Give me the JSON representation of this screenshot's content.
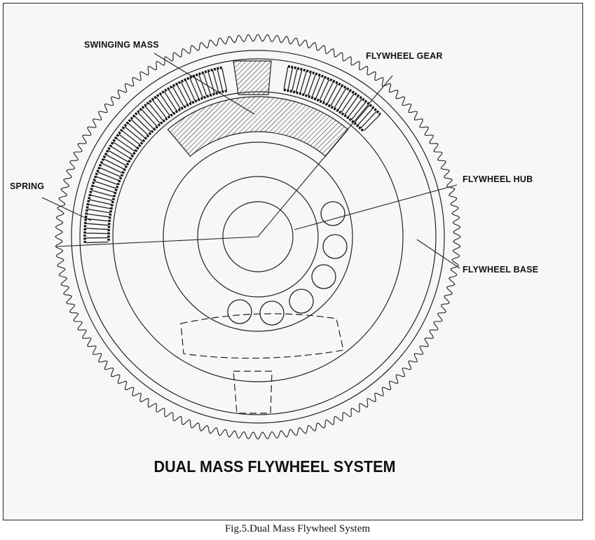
{
  "diagram": {
    "title": "DUAL MASS FLYWHEEL SYSTEM",
    "labels": {
      "swinging_mass": "SWINGING MASS",
      "flywheel_gear": "FLYWHEEL GEAR",
      "spring": "SPRING",
      "flywheel_hub": "FLYWHEEL HUB",
      "flywheel_base": "FLYWHEEL BASE"
    }
  },
  "caption": "Fig.5.Dual Mass Flywheel System"
}
